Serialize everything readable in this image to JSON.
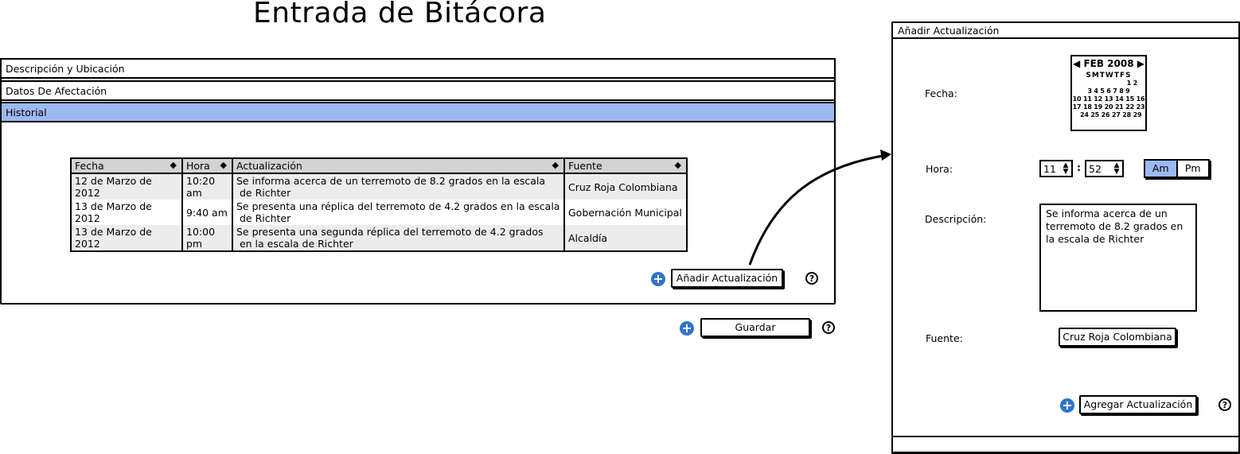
{
  "title": "Entrada de Bitácora",
  "accordion": [
    {
      "label": "Descripción y Ubicación"
    },
    {
      "label": "Datos De Afectación"
    },
    {
      "label": "Historial"
    }
  ],
  "table": {
    "headers": [
      "Fecha",
      "Hora",
      "Actualización",
      "Fuente"
    ],
    "rows": [
      {
        "fecha": "12 de Marzo de 2012",
        "hora": "10:20 am",
        "act1": "Se informa acerca de un terremoto de 8.2 grados en la escala",
        "act2": " de Richter",
        "fuente": "Cruz Roja Colombiana"
      },
      {
        "fecha": "13 de Marzo de 2012",
        "hora": "9:40 am",
        "act1": "Se presenta una réplica del terremoto de 4.2 grados en la escala",
        "act2": " de Richter",
        "fuente": "Gobernación Municipal"
      },
      {
        "fecha": "13 de Marzo de 2012",
        "hora": "10:00 pm",
        "act1": "Se presenta una segunda réplica del terremoto de 4.2 grados",
        "act2": " en la escala de Richter",
        "fuente": "Alcaldía"
      }
    ]
  },
  "buttons": {
    "add_update": "Añadir Actualización",
    "save": "Guardar",
    "help": "?"
  },
  "dialog": {
    "title": "Añadir Actualización",
    "fecha_label": "Fecha:",
    "hora_label": "Hora:",
    "descripcion_label": "Descripción:",
    "fuente_label": "Fuente:",
    "calendar": {
      "month": "FEB 2008",
      "days": "SMTWTFS",
      "rows": [
        "1 2",
        "3 4 5 6 7 8 9",
        "10 11 12 13 14 15 16",
        "17 18 19 20 21 22 23",
        "24 25 26 27 28 29"
      ]
    },
    "hour": "11",
    "minute": "52",
    "am": "Am",
    "pm": "Pm",
    "descripcion": "Se informa acerca de un terremoto de 8.2 grados en la escala de Richter",
    "fuente": "Cruz Roja Colombiana",
    "submit": "Agregar Actualización"
  },
  "colors": {
    "accent": "#9db9f2",
    "plus": "#2f74c9",
    "header": "#d3d3d3"
  }
}
